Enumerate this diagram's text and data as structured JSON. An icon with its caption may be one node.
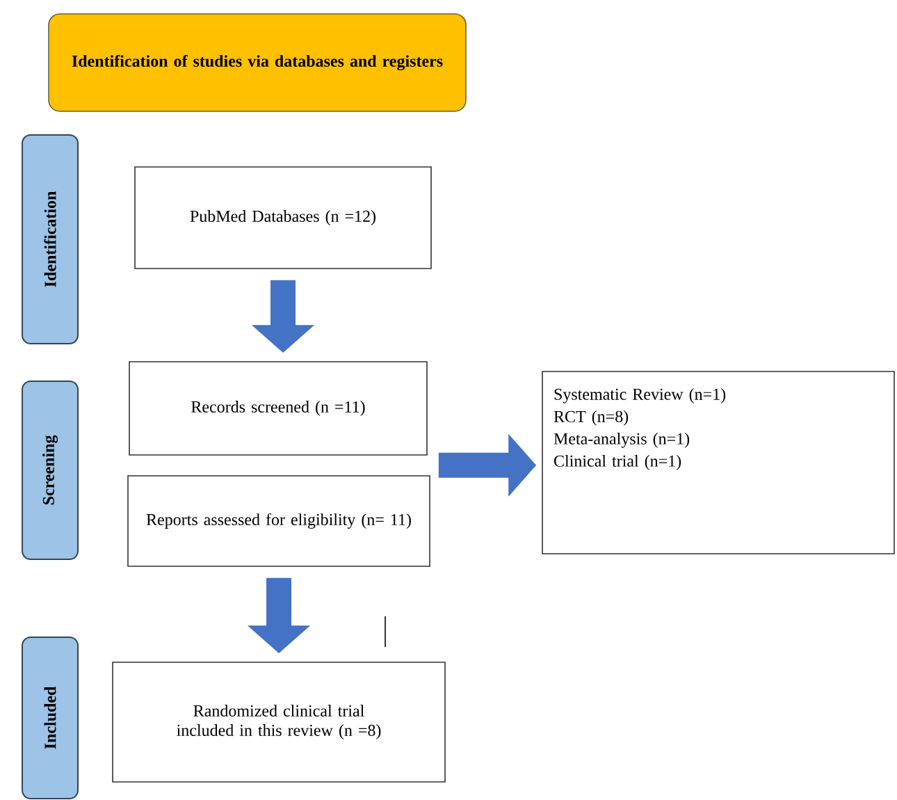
{
  "diagram": {
    "nodes": [
      {
        "text": [
          "Identification of studies via databases and registers"
        ]
      },
      {
        "text": [
          "Identification"
        ]
      },
      {
        "text": [
          "Screening"
        ]
      },
      {
        "text": [
          "Included"
        ]
      },
      {
        "text": [
          "PubMed Databases (n =12)"
        ]
      },
      {
        "text": [
          "Records screened (n =11)"
        ]
      },
      {
        "text": [
          "Reports assessed for eligibility (n= 11)"
        ]
      },
      {
        "text": [
          "Systematic Review (n=1)",
          "RCT (n=8)",
          "Meta-analysis (n=1)",
          "Clinical trial (n=1)"
        ]
      },
      {
        "text": [
          "Randomized clinical trial included in this review (n =8)"
        ]
      }
    ],
    "edges": [
      {
        "from": 4,
        "to": 5,
        "arrow": "to"
      },
      {
        "from": 5,
        "to": 7,
        "arrow": "to"
      },
      {
        "from": 6,
        "to": 8,
        "arrow": "to"
      }
    ]
  }
}
